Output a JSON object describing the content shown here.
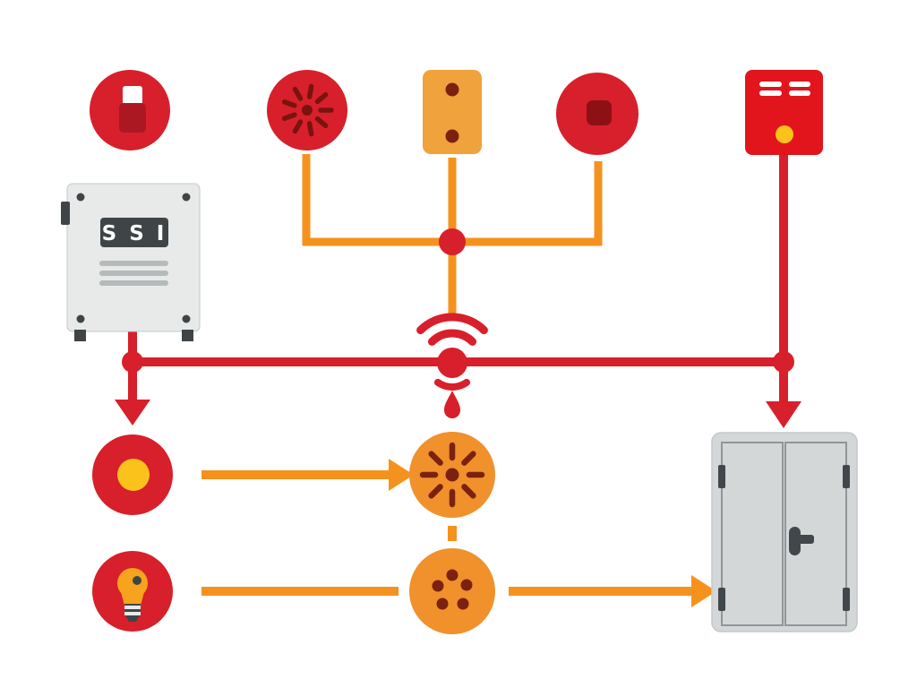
{
  "title": "fire-alarm-system-diagram",
  "panel": {
    "display_label": "S S I"
  },
  "colors": {
    "red": "#D7202B",
    "bright_red": "#E2141C",
    "mid_red": "#AC1822",
    "dark_red": "#8D1015",
    "ray_red": "#7A130E",
    "orange": "#F5921E",
    "module_orange": "#F0A23C",
    "circle_orange": "#F0912C",
    "bulb_orange": "#F6A41D",
    "dot_brown": "#7B2110",
    "yellow": "#FBC21B",
    "panel_gray": "#E8EAE9",
    "panel_line": "#B5BABA",
    "display_dark": "#3F4547",
    "hardware_dark": "#41474B",
    "door_gray": "#D3D7D8",
    "door_line": "#8F9598",
    "door_edge": "#C3C8CA",
    "white": "#FFFFFF"
  },
  "icons": {
    "top_row": [
      "switch-device-icon",
      "sunburst-detector-icon",
      "two-dot-module-icon",
      "square-detector-icon",
      "vented-relay-card-icon"
    ],
    "left_column": [
      "ssi-control-panel",
      "bell-indicator-icon",
      "lightbulb-icon"
    ],
    "center_column": [
      "wireless-signal-node-icon",
      "sunburst-sounder-icon",
      "speaker-holes-icon"
    ],
    "right_column": [
      "double-fire-door-icon"
    ]
  }
}
